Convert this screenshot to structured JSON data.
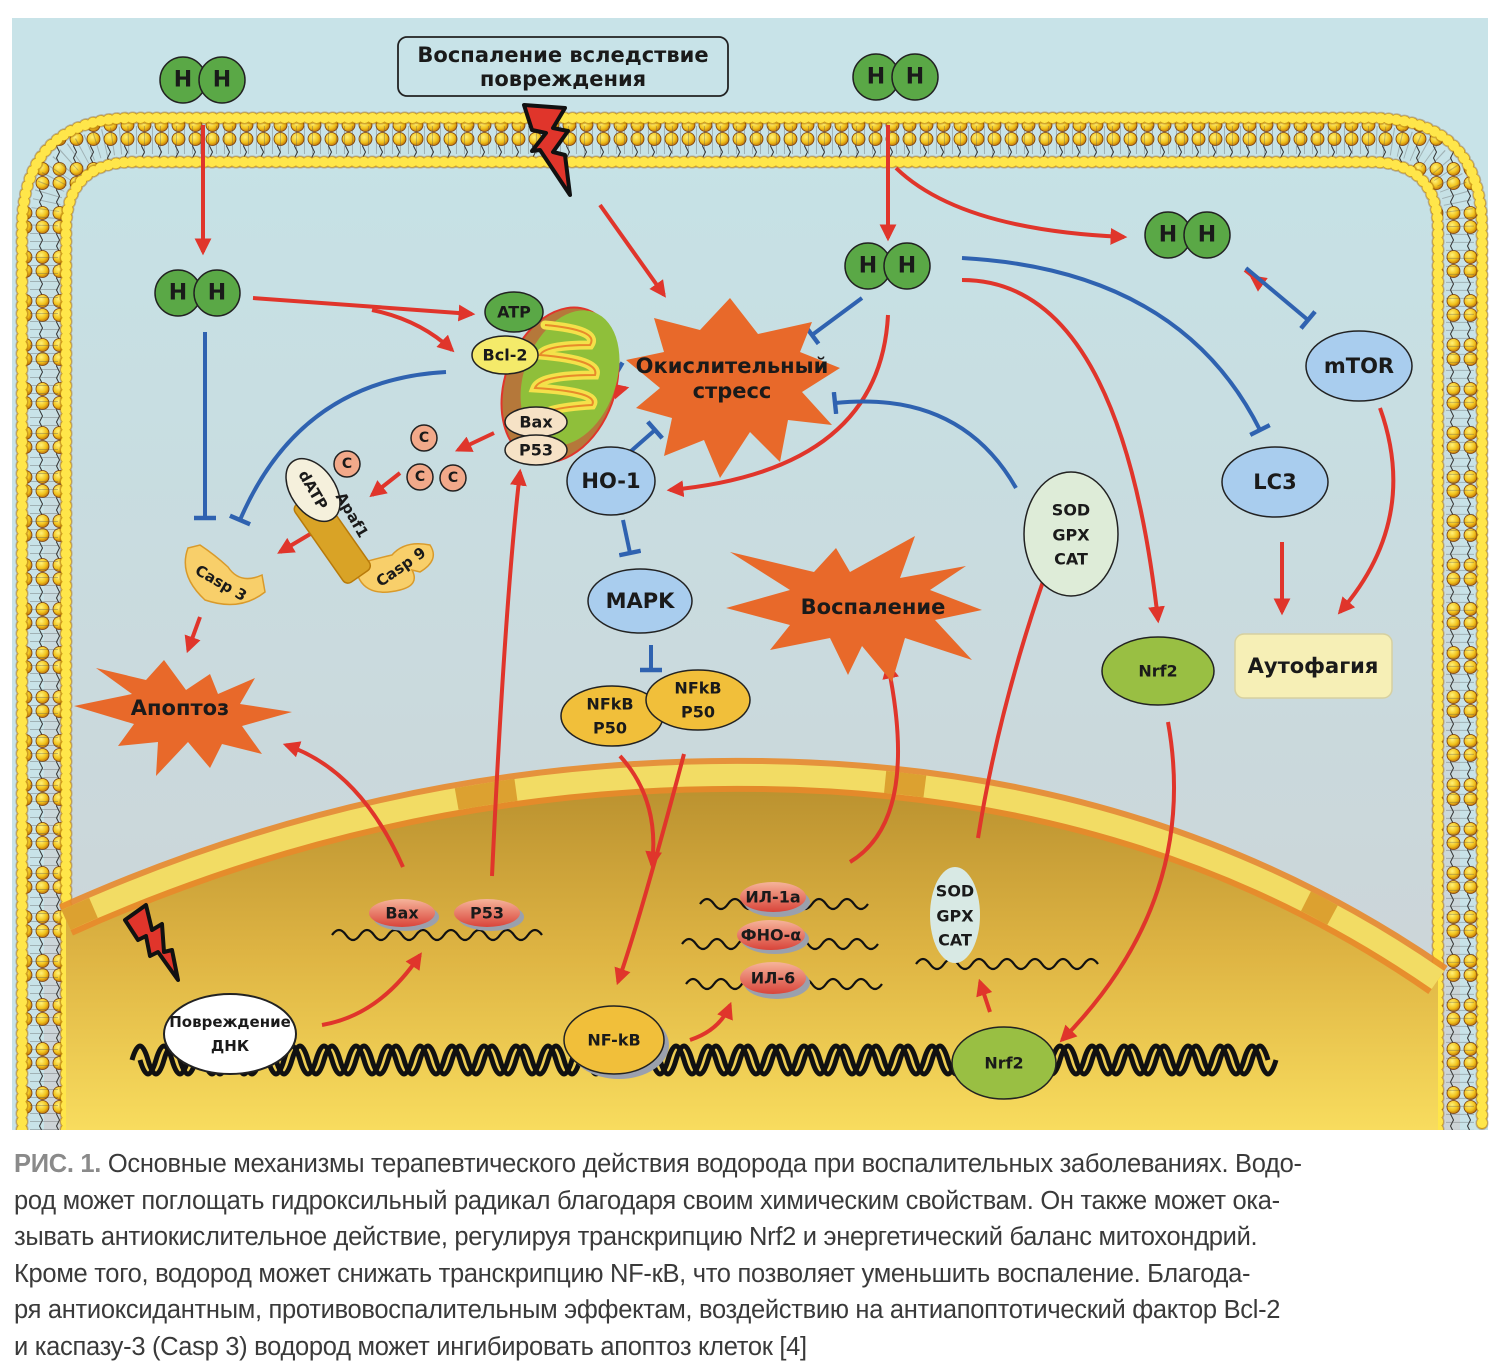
{
  "figure": {
    "top_box": {
      "line1": "Воспаление вследствие",
      "line2": "повреждения"
    },
    "molecules": {
      "h2_atom_label": "H"
    },
    "mitochondria": {
      "atp": "ATP",
      "bcl2": "Bcl-2",
      "bax": "Bax",
      "p53": "P53"
    },
    "cytochrome_c": "C",
    "apoptosome": {
      "datp": "dATP",
      "apaf1": "Apaf1",
      "casp9": "Casp 9"
    },
    "casp3": "Casp 3",
    "bursts": {
      "oxidative_stress": {
        "line1": "Окислительный",
        "line2": "стресс"
      },
      "apoptosis": "Апоптоз",
      "inflammation": "Воспаление"
    },
    "nodes": {
      "ho1": "HO-1",
      "mapk": "MAPK",
      "nfkb_p50_a": {
        "line1": "NFkB",
        "line2": "P50"
      },
      "nfkb_p50_b": {
        "line1": "NFkB",
        "line2": "P50"
      },
      "mtor": "mTOR",
      "lc3": "LC3",
      "nrf2_cyto": "Nrf2",
      "autophagy": "Аутофагия",
      "antioxidants_cyto": {
        "line1": "SOD",
        "line2": "GPX",
        "line3": "CAT"
      }
    },
    "nucleus": {
      "bax": "Bax",
      "p53": "P53",
      "dna_damage": {
        "line1": "Повреждение",
        "line2": "ДНК"
      },
      "il1a": "ИЛ-1а",
      "tnfa": "ФНО-α",
      "il6": "ИЛ-6",
      "antioxidants": {
        "line1": "SOD",
        "line2": "GPX",
        "line3": "CAT"
      },
      "nfkb": "NF-kB",
      "nrf2": "Nrf2"
    },
    "colors": {
      "activation_arrow": "#e0352b",
      "inhibition_line": "#2f62b0",
      "burst": "#e8692a",
      "h2_green": "#5aa846",
      "extracellular_bg": "#c8e3e8",
      "nucleus": "#e9c24a"
    }
  },
  "caption": {
    "number": "РИС. 1.",
    "lines": [
      " Основные механизмы терапевтического действия водорода при воспалительных заболеваниях. Водо-",
      "род может поглощать гидроксильный радикал благодаря своим химическим свойствам. Он также может ока-",
      "зывать антиокислительное действие, регулируя транскрипцию Nrf2 и энергетический баланс митохондрий.",
      "Кроме того, водород может снижать транскрипцию NF-кВ, что позволяет уменьшить воспаление. Благода-",
      "ря антиоксидантным, противовоспалительным эффектам, воздействию на антиапоптотический фактор Bcl-2",
      "и каспазу-3 (Casp 3) водород может ингибировать апоптоз клеток [4]"
    ]
  }
}
